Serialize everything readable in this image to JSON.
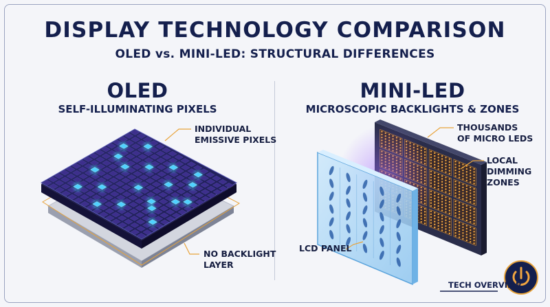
{
  "header": {
    "title": "DISPLAY TECHNOLOGY COMPARISON",
    "subtitle": "OLED vs. MINI-LED: STRUCTURAL DIFFERENCES"
  },
  "oled": {
    "title": "OLED",
    "subtitle": "SELF-ILLUMINATING PIXELS",
    "callouts": {
      "pixels_line1": "INDIVIDUAL",
      "pixels_line2": "EMISSIVE PIXELS",
      "backlight_line1": "NO BACKLIGHT",
      "backlight_line2": "LAYER"
    }
  },
  "miniled": {
    "title": "MINI-LED",
    "subtitle": "MICROSCOPIC BACKLIGHTS & ZONES",
    "callouts": {
      "leds_line1": "THOUSANDS",
      "leds_line2": "OF MICRO LEDS",
      "zones_line1": "LOCAL",
      "zones_line2": "DIMMING",
      "zones_line3": "ZONES",
      "lcd": "LCD PANEL"
    }
  },
  "badge": {
    "label": "TECH OVERVIEW",
    "icon": "power-icon"
  },
  "colors": {
    "navy": "#141f4d",
    "accent_gold": "#e8a33a",
    "pixel_base": "#3d2f8c",
    "pixel_glow": "#4fd2ff",
    "led_amber": "#f2a640",
    "lcd_glass": "#a8d4f5"
  }
}
